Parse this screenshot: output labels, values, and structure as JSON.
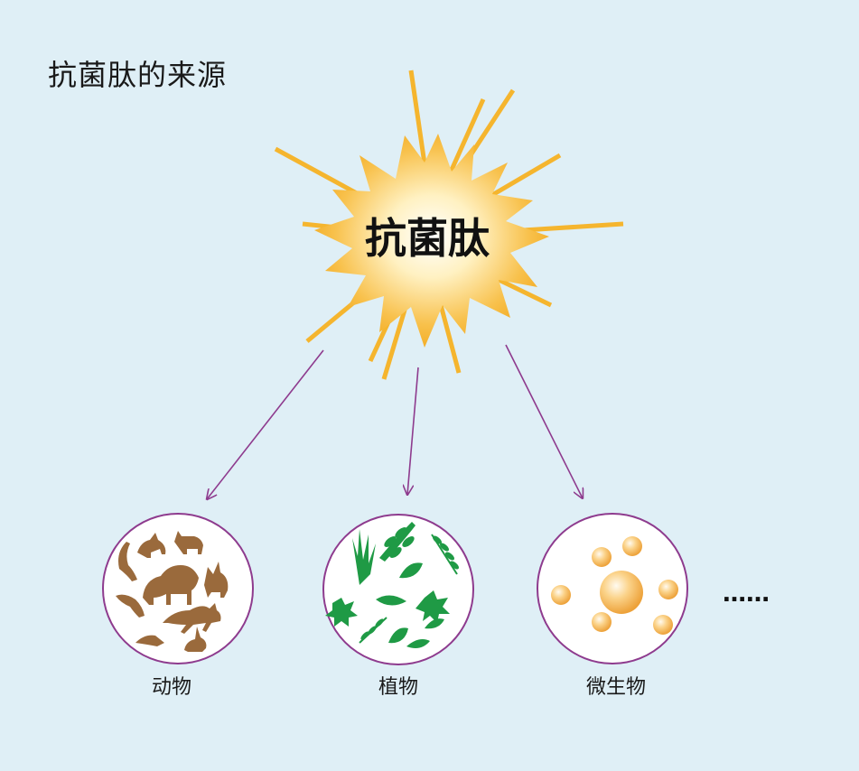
{
  "title": "抗菌肽的来源",
  "center": {
    "label": "抗菌肽"
  },
  "sources": [
    {
      "label": "动物"
    },
    {
      "label": "植物"
    },
    {
      "label": "微生物"
    }
  ],
  "ellipsis": "……",
  "colors": {
    "background": "#dfeff6",
    "arrow": "#8e3b8e",
    "circle": "#8e3b8e",
    "animal": "#9a6a3c",
    "plant": "#1f9a45",
    "burst": "#f5b52e",
    "microbe": "#f3b45a"
  },
  "icons": [
    "burst-icon",
    "animal-silhouettes-icon",
    "plant-leaves-icon",
    "microbe-spheres-icon"
  ]
}
